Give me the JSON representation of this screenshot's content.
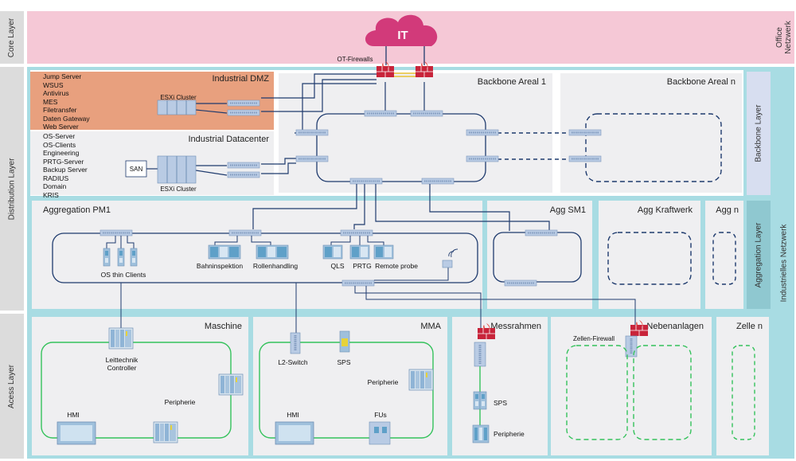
{
  "layers": {
    "core": "Core Layer",
    "distribution": "Distribution Layer",
    "access": "Acess Layer",
    "office": "Office\nNetzwerk",
    "industrial": "Industrielles Netzwerk",
    "backbone": "Backbone Layer",
    "aggregation": "Aggregation Layer"
  },
  "core": {
    "it_label": "IT",
    "firewalls_label": "OT-Firewalls"
  },
  "dmz": {
    "title": "Industrial DMZ",
    "items": [
      "Jump Server",
      "WSUS",
      "Antivirus",
      "MES",
      "Filetransfer",
      "Daten Gateway",
      "Web Server"
    ],
    "cluster_label": "ESXi Cluster"
  },
  "datacenter": {
    "title": "Industrial Datacenter",
    "items": [
      "OS-Server",
      "OS-Clients",
      "Engineering",
      "PRTG-Server",
      "Backup Server",
      "RADIUS",
      "Domain",
      "KRIS"
    ],
    "san_label": "SAN",
    "cluster_label": "ESXi Cluster"
  },
  "backbone": {
    "areal1": "Backbone Areal 1",
    "arealn": "Backbone Areal n"
  },
  "aggregation": {
    "pm1": "Aggregation PM1",
    "sm1": "Agg SM1",
    "kraftwerk": "Agg Kraftwerk",
    "n": "Agg n",
    "devices": {
      "thin_clients": "OS thin Clients",
      "bahninspektion": "Bahninspektion",
      "rollenhandling": "Rollenhandling",
      "qls": "QLS",
      "prtg": "PRTG",
      "remote_probe": "Remote probe"
    }
  },
  "access": {
    "maschine": {
      "title": "Maschine",
      "controller": "Leittechnik\nController",
      "peripherie": "Peripherie",
      "hmi": "HMI"
    },
    "mma": {
      "title": "MMA",
      "l2switch": "L2-Switch",
      "sps": "SPS",
      "peripherie": "Peripherie",
      "hmi": "HMI",
      "fus": "FUs"
    },
    "messrahmen": {
      "title": "Messrahmen",
      "sps": "SPS",
      "peripherie": "Peripherie"
    },
    "nebenanlagen": {
      "title": "Nebenanlagen",
      "firewall": "Zellen-Firewall"
    },
    "zellen": {
      "title": "Zelle n"
    }
  },
  "colors": {
    "core_band": "#f5c8d6",
    "cloud": "#d23a7a",
    "teal_band": "#a8dce3",
    "dmz": "#e8a07e",
    "zone_bg": "#efeff1",
    "line_navy": "#1f3b6e",
    "ring_green": "#35c25c",
    "backbone_label_bg": "#d7def0",
    "agg_label_bg": "#8fc8d0"
  }
}
